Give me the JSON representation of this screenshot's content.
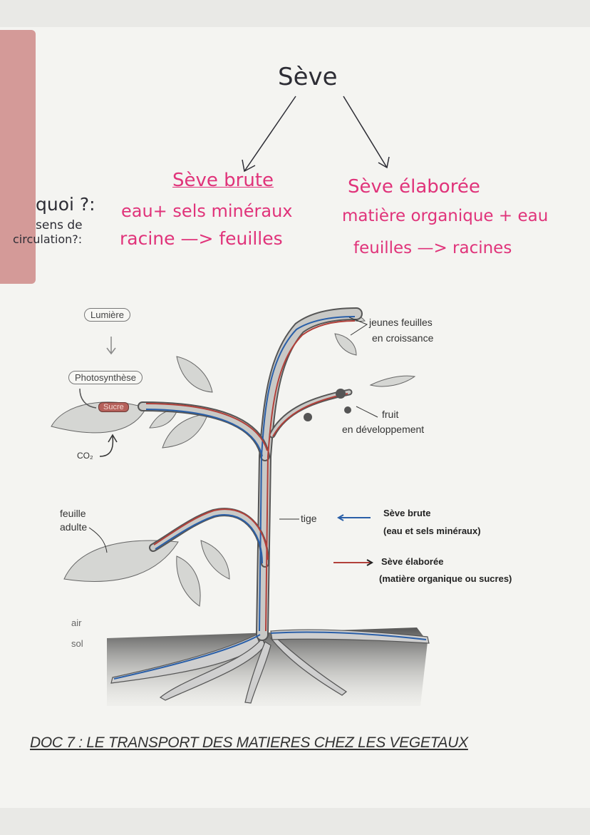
{
  "header": {
    "title": "Sève",
    "branches": [
      {
        "title": "Sève brute",
        "content": "eau+ sels minéraux",
        "direction": "racine —> feuilles"
      },
      {
        "title": "Sève élaborée",
        "content": "matière organique + eau",
        "direction": "feuilles —> racines"
      }
    ],
    "question_what": "quoi ?:",
    "question_direction_1": "sens de",
    "question_direction_2": "circulation?:"
  },
  "diagram": {
    "light_label": "Lumière",
    "photosynthesis_label": "Photosynthèse",
    "sugar_label": "Sucre",
    "co2_label": "CO₂",
    "young_leaves_1": "jeunes feuilles",
    "young_leaves_2": "en croissance",
    "fruit_1": "fruit",
    "fruit_2": "en développement",
    "stem_label": "tige",
    "leaf_1": "feuille",
    "leaf_2": "adulte",
    "air_label": "air",
    "soil_label": "sol"
  },
  "legend": {
    "raw": {
      "title": "Sève brute",
      "desc": "(eau et sels minéraux)",
      "color": "#2a5fa8"
    },
    "elaborated": {
      "title": "Sève élaborée",
      "desc": "(matière organique ou sucres)",
      "color": "#b2403a"
    }
  },
  "caption": "DOC 7 : LE TRANSPORT DES MATIERES CHEZ LES VEGETAUX",
  "colors": {
    "ink_pink": "#e0337a",
    "ink_dark": "#2d2d35",
    "tab": "#d49a98"
  }
}
